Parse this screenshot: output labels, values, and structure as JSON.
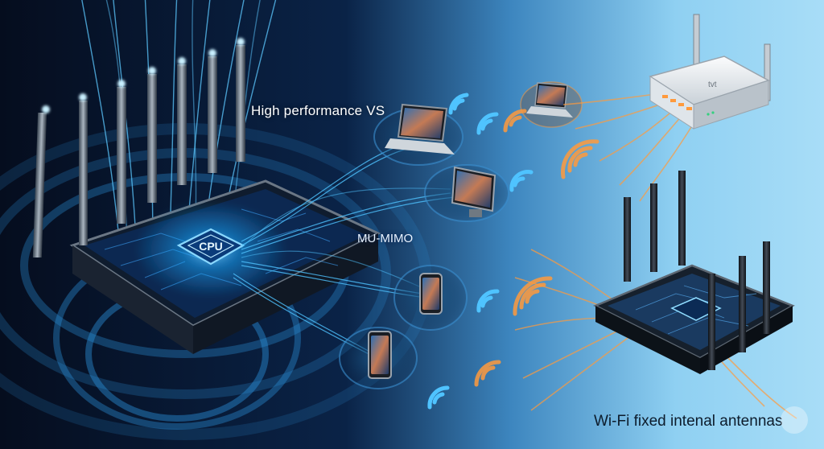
{
  "captions": {
    "high_performance": "High performance VS",
    "mu_mimo": "MU-MIMO",
    "wifi_fixed": "Wi-Fi fixed intenal antennas"
  },
  "chip": {
    "label": "CPU"
  },
  "device_labels": {
    "white_router_brand": "tvt"
  },
  "icons": {
    "devices": [
      "laptop-icon",
      "monitor-icon",
      "phone-icon",
      "tablet-icon"
    ],
    "signals": [
      "wifi-signal-icon"
    ],
    "corner": "sparkle-badge-icon"
  },
  "colors": {
    "background_dark": "#061226",
    "background_light": "#8fd0f2",
    "signal_blue": "#4fc3ff",
    "signal_orange": "#ff9a3c",
    "chip_glow": "#1aa8ff",
    "caption_light": "#ffffff",
    "caption_dark": "#0d1c2c"
  }
}
